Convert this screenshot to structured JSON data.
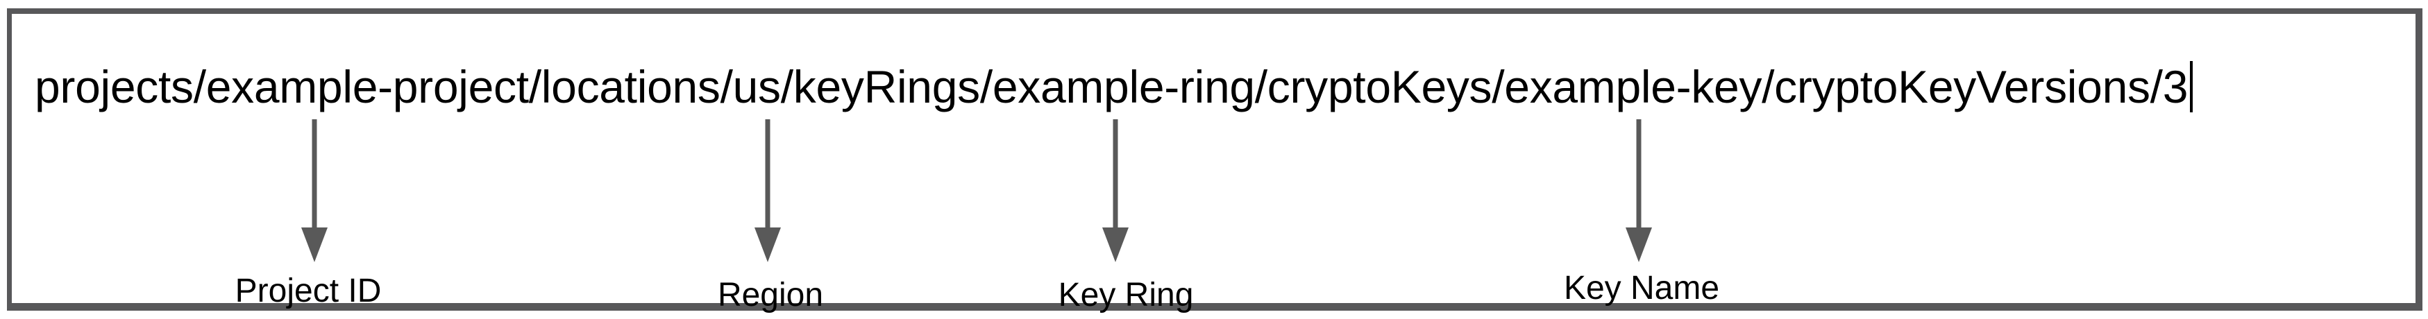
{
  "resource_path": "projects/example-project/locations/us/keyRings/example-ring/cryptoKeys/example-key/cryptoKeyVersions/3",
  "text_cursor_visible": true,
  "annotations": [
    {
      "label": "Project ID",
      "target_segment": "example-project"
    },
    {
      "label": "Region",
      "target_segment": "us"
    },
    {
      "label": "Key Ring",
      "target_segment": "example-ring"
    },
    {
      "label": "Key Name",
      "target_segment": "example-key"
    }
  ],
  "colors": {
    "frame_border": "#58585a",
    "arrow": "#595959",
    "text": "#000000",
    "background": "#ffffff"
  }
}
